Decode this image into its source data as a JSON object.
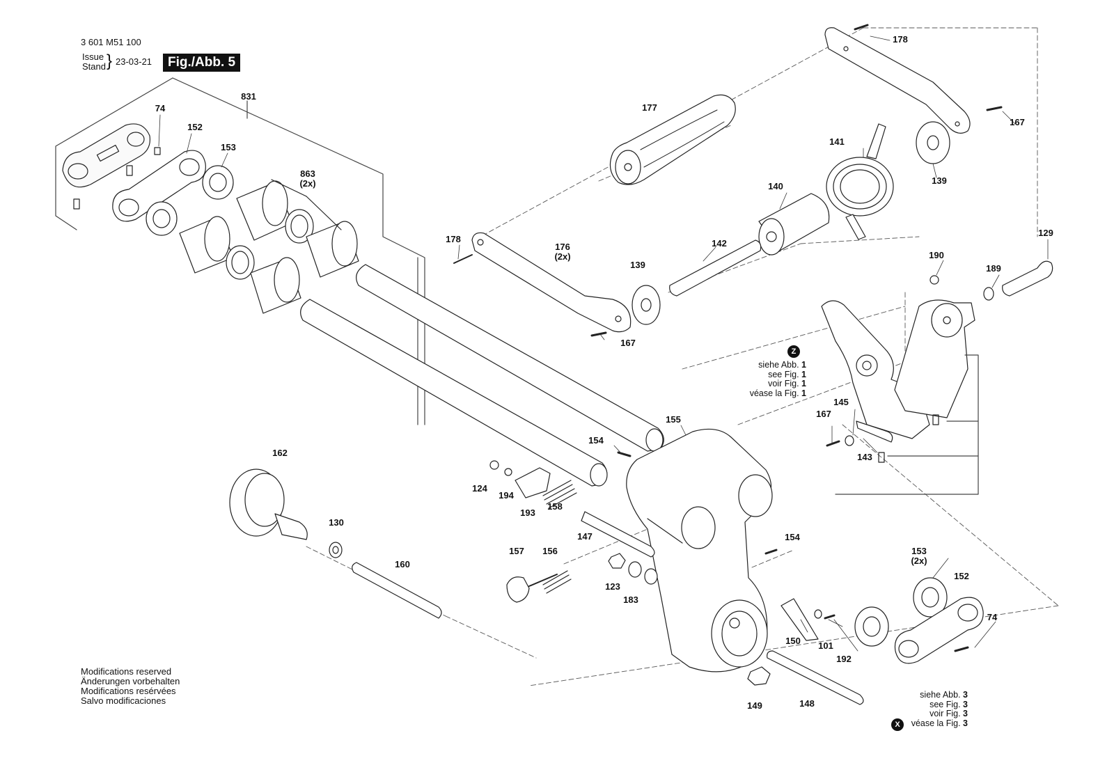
{
  "header": {
    "part_number": "3 601 M51 100",
    "issue_label_en": "Issue",
    "issue_label_de": "Stand",
    "date": "23-03-21",
    "figure_label": "Fig./Abb. 5"
  },
  "footer_notes": [
    "Modifications reserved",
    "Änderungen vorbehalten",
    "Modifications resérvées",
    "Salvo modificaciones"
  ],
  "references": {
    "z": {
      "marker": "Z",
      "lines": [
        {
          "text": "siehe Abb.",
          "num": "1"
        },
        {
          "text": "see Fig.",
          "num": "1"
        },
        {
          "text": "voir Fig.",
          "num": "1"
        },
        {
          "text": "véase la Fig.",
          "num": "1"
        }
      ]
    },
    "x": {
      "marker": "X",
      "lines": [
        {
          "text": "siehe Abb.",
          "num": "3"
        },
        {
          "text": "see Fig.",
          "num": "3"
        },
        {
          "text": "voir Fig.",
          "num": "3"
        },
        {
          "text": "véase la Fig.",
          "num": "3"
        }
      ]
    }
  },
  "parts": [
    {
      "id": "p831",
      "label": "831"
    },
    {
      "id": "p74a",
      "label": "74"
    },
    {
      "id": "p152a",
      "label": "152"
    },
    {
      "id": "p153a",
      "label": "153"
    },
    {
      "id": "p863",
      "label": "863",
      "qty": "(2x)"
    },
    {
      "id": "p178a",
      "label": "178"
    },
    {
      "id": "p176",
      "label": "176",
      "qty": "(2x)"
    },
    {
      "id": "p139a",
      "label": "139"
    },
    {
      "id": "p167a",
      "label": "167"
    },
    {
      "id": "p177",
      "label": "177"
    },
    {
      "id": "p178b",
      "label": "178"
    },
    {
      "id": "p167b",
      "label": "167"
    },
    {
      "id": "p139b",
      "label": "139"
    },
    {
      "id": "p141",
      "label": "141"
    },
    {
      "id": "p140",
      "label": "140"
    },
    {
      "id": "p142",
      "label": "142"
    },
    {
      "id": "p129",
      "label": "129"
    },
    {
      "id": "p190",
      "label": "190"
    },
    {
      "id": "p189",
      "label": "189"
    },
    {
      "id": "p145",
      "label": "145"
    },
    {
      "id": "p167c",
      "label": "167"
    },
    {
      "id": "p143",
      "label": "143"
    },
    {
      "id": "p155",
      "label": "155"
    },
    {
      "id": "p154a",
      "label": "154"
    },
    {
      "id": "p162",
      "label": "162"
    },
    {
      "id": "p124",
      "label": "124"
    },
    {
      "id": "p194",
      "label": "194"
    },
    {
      "id": "p193",
      "label": "193"
    },
    {
      "id": "p158",
      "label": "158"
    },
    {
      "id": "p147",
      "label": "147"
    },
    {
      "id": "p130",
      "label": "130"
    },
    {
      "id": "p160",
      "label": "160"
    },
    {
      "id": "p157",
      "label": "157"
    },
    {
      "id": "p156",
      "label": "156"
    },
    {
      "id": "p123",
      "label": "123"
    },
    {
      "id": "p183",
      "label": "183"
    },
    {
      "id": "p154b",
      "label": "154"
    },
    {
      "id": "p153b",
      "label": "153",
      "qty": "(2x)"
    },
    {
      "id": "p152b",
      "label": "152"
    },
    {
      "id": "p74b",
      "label": "74"
    },
    {
      "id": "p150",
      "label": "150"
    },
    {
      "id": "p101",
      "label": "101"
    },
    {
      "id": "p192",
      "label": "192"
    },
    {
      "id": "p149",
      "label": "149"
    },
    {
      "id": "p148",
      "label": "148"
    }
  ]
}
